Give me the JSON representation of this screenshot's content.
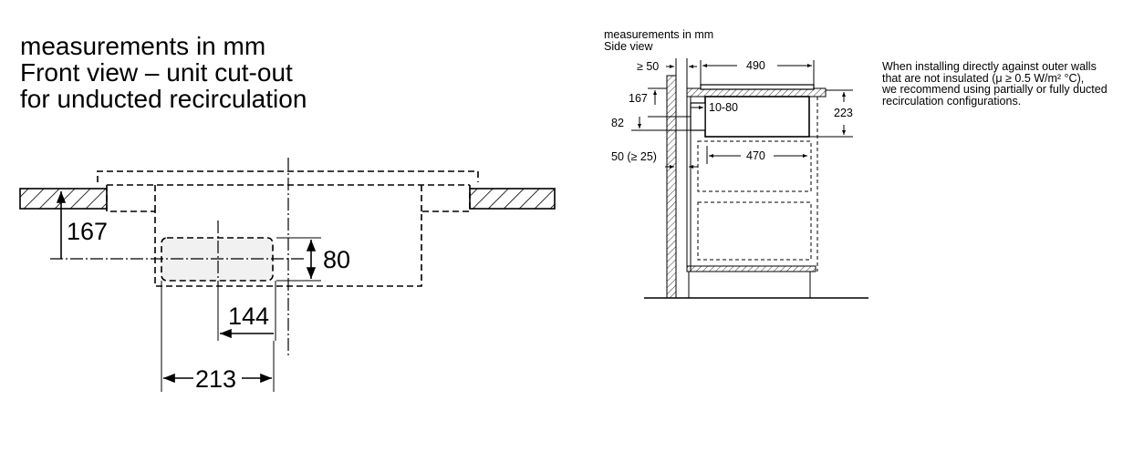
{
  "front_view": {
    "title_lines": [
      "measurements in mm",
      "Front view – unit cut-out",
      "for unducted recirculation"
    ],
    "dimensions": {
      "counter_depth": "167",
      "outlet_height": "80",
      "outlet_offset": "144",
      "outlet_width": "213"
    }
  },
  "side_view": {
    "title_lines": [
      "measurements in mm",
      "Side view"
    ],
    "dimensions": {
      "min_wall_gap": "≥ 50",
      "hob_depth": "490",
      "worktop_height": "167",
      "duct_gap": "10-80",
      "duct_height": "82",
      "unit_height": "223",
      "inner_depth": "470",
      "back_gap": "50 (≥ 25)"
    }
  },
  "note_lines": [
    "When installing directly against outer walls",
    "that are not insulated (μ ≥ 0.5 W/m² °C),",
    "we recommend using partially or fully ducted",
    "recirculation configurations."
  ]
}
